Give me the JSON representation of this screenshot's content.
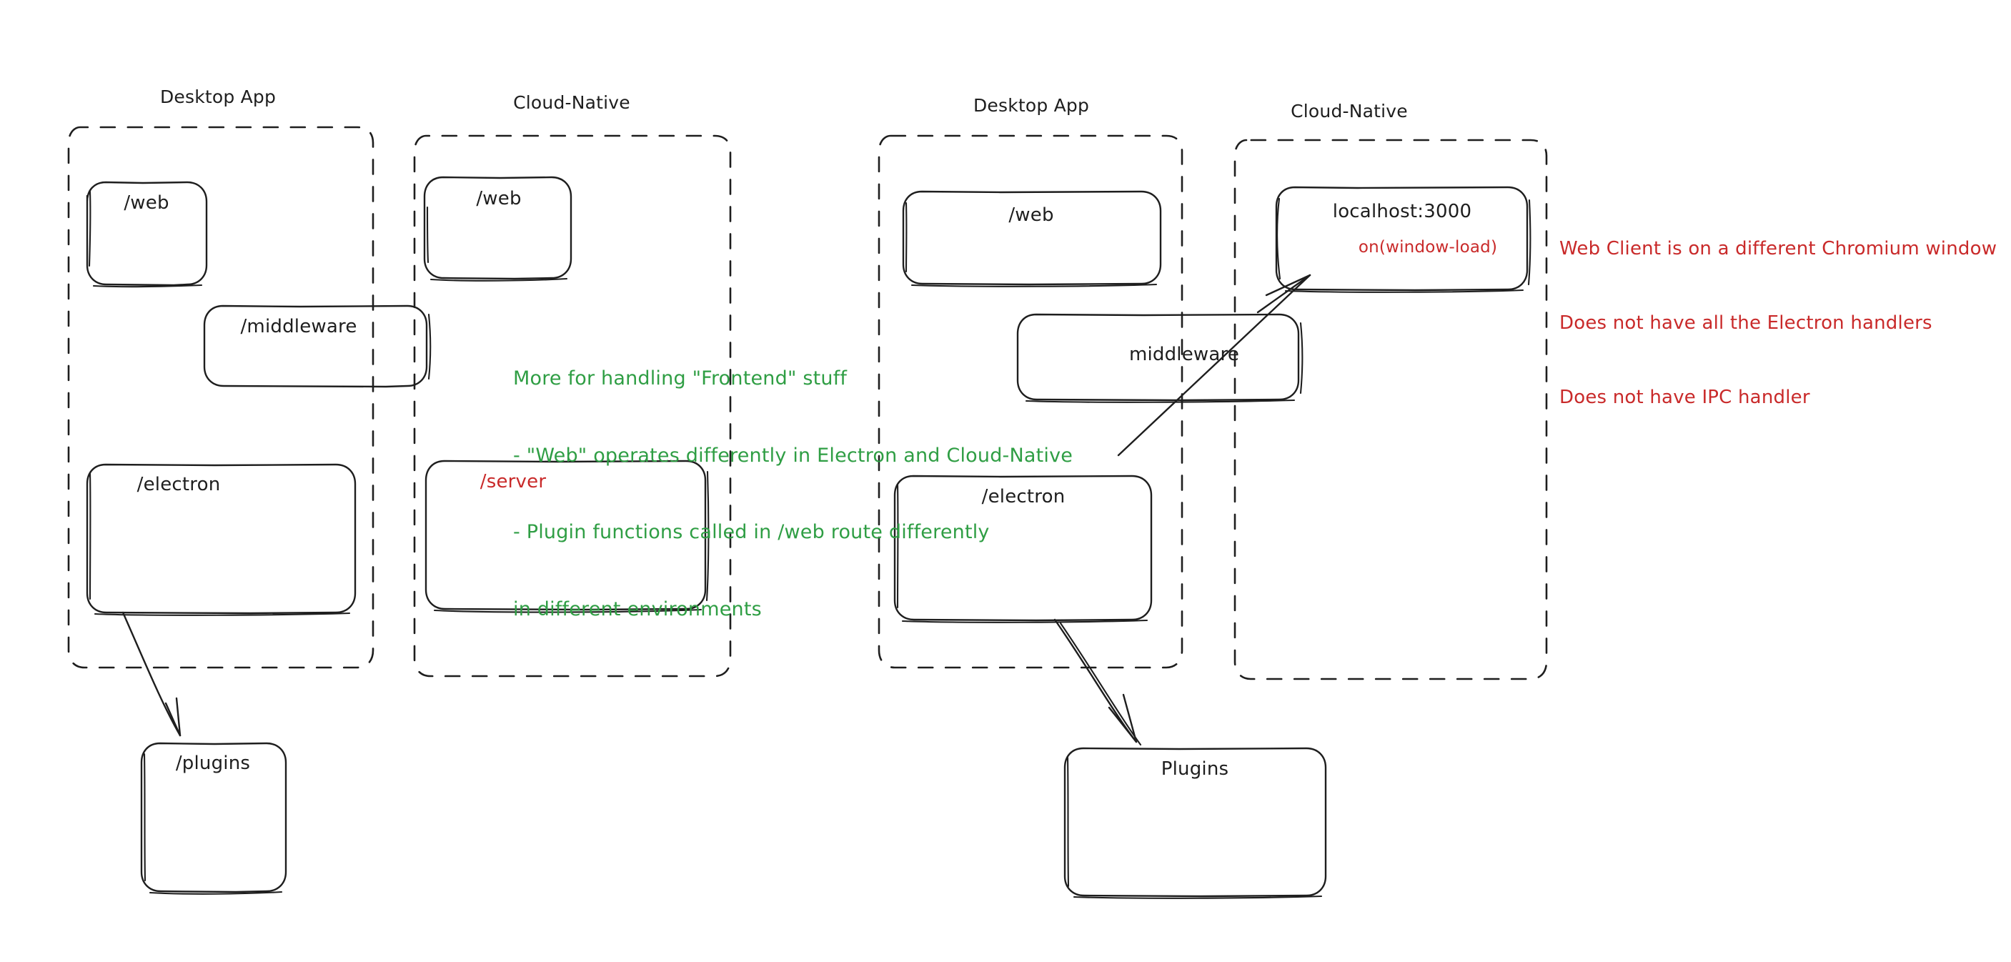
{
  "canvas": {
    "background": "#ffffff",
    "stroke_color": "#1e1e1e",
    "green": "#2f9e44",
    "red": "#c92a2a"
  },
  "left_diagram": {
    "groups": [
      {
        "label": "Desktop App"
      },
      {
        "label": "Cloud-Native"
      }
    ],
    "boxes": [
      {
        "label": "/web",
        "color": "#1e1e1e"
      },
      {
        "label": "/web",
        "color": "#1e1e1e"
      },
      {
        "label": "/middleware",
        "color": "#1e1e1e"
      },
      {
        "label": "/electron",
        "color": "#1e1e1e"
      },
      {
        "label": "/server",
        "color": "#c92a2a"
      },
      {
        "label": "/plugins",
        "color": "#1e1e1e"
      }
    ]
  },
  "right_diagram": {
    "groups": [
      {
        "label": "Desktop App"
      },
      {
        "label": "Cloud-Native"
      }
    ],
    "boxes": [
      {
        "label": "/web",
        "color": "#1e1e1e"
      },
      {
        "label": "localhost:3000",
        "color": "#1e1e1e",
        "sublabel": "on(window-load)",
        "sublabel_color": "#c92a2a"
      },
      {
        "label": "middleware",
        "color": "#1e1e1e"
      },
      {
        "label": "/electron",
        "color": "#1e1e1e"
      },
      {
        "label": "Plugins",
        "color": "#1e1e1e"
      }
    ]
  },
  "annotations": {
    "green_note": {
      "color": "#2f9e44",
      "lines": [
        "More for handling \"Frontend\" stuff",
        "- \"Web\" operates differently in Electron and Cloud-Native",
        "- Plugin functions called in /web route differently",
        "in different environments"
      ]
    },
    "red_note": {
      "color": "#c92a2a",
      "lines": [
        "Web Client is on a different Chromium window",
        "Does not have all the Electron handlers",
        "Does not have IPC handler"
      ]
    }
  }
}
